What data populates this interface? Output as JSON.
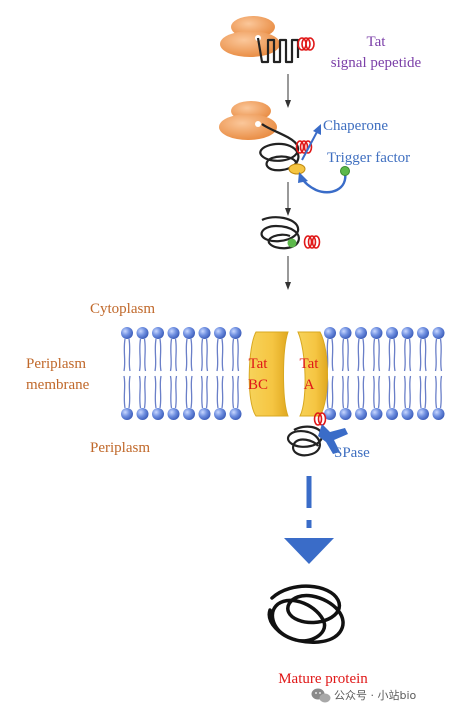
{
  "labels": {
    "tat_signal_line1": "Tat",
    "tat_signal_line2": "signal pepetide",
    "chaperone": "Chaperone",
    "trigger_factor": "Trigger factor",
    "cytoplasm": "Cytoplasm",
    "periplasm_membrane_line1": "Periplasm",
    "periplasm_membrane_line2": "membrane",
    "periplasm": "Periplasm",
    "tatbc_line1": "Tat",
    "tatbc_line2": "BC",
    "tata_line1": "Tat",
    "tata_line2": "A",
    "spase": "SPase",
    "mature_protein": "Mature protein"
  },
  "watermark": {
    "icon": "wechat-icon",
    "text": "公众号 · 小站bio"
  },
  "colors": {
    "purple_text": "#7b3fa8",
    "blue_text": "#3f6fc0",
    "orange_text": "#c0682a",
    "red_text": "#e01818",
    "ribosome": "#f0a060",
    "tat_complex": "#f5c542",
    "lipid_head": "#5b7fd6",
    "arrow_blue": "#3a6cc8"
  }
}
